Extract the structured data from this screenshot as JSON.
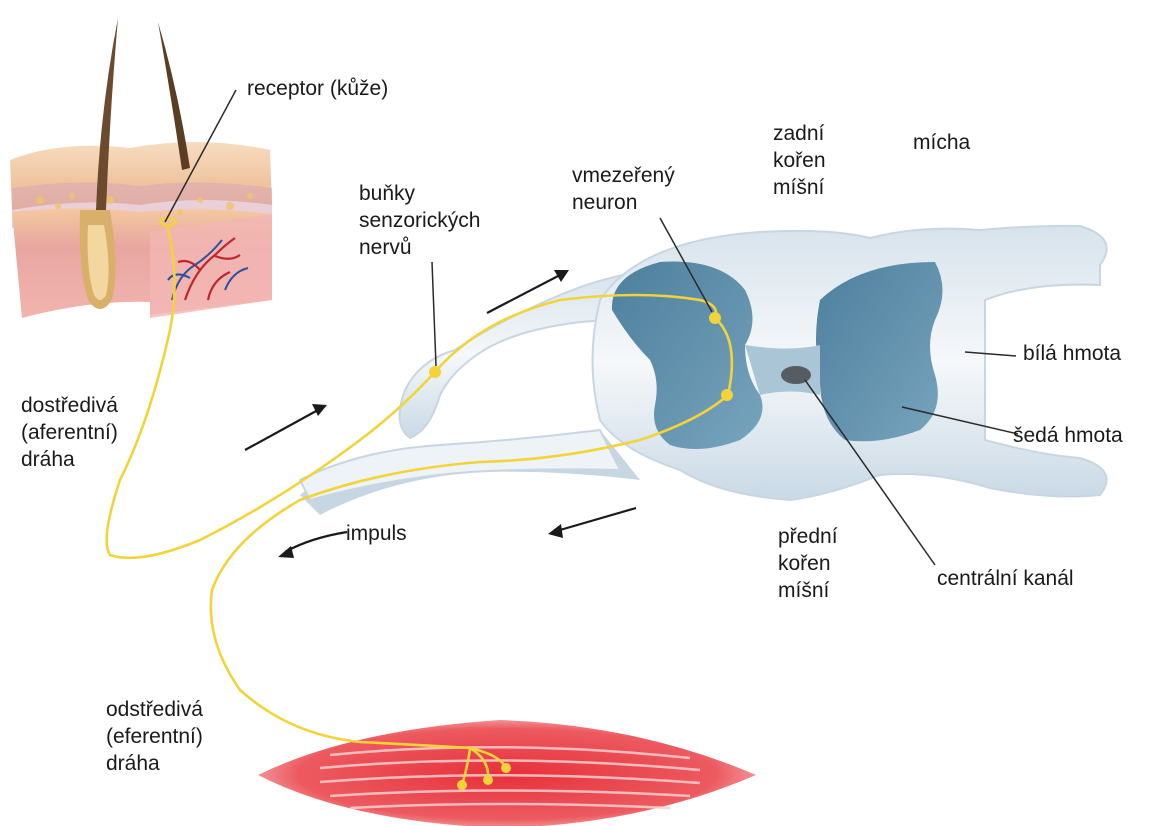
{
  "labels": {
    "receptor": "receptor (kůže)",
    "sensory_cells": [
      "buňky",
      "senzorických",
      "nervů"
    ],
    "interneuron": [
      "vmezeřený",
      "neuron"
    ],
    "dorsal_root": [
      "zadní",
      "kořen",
      "míšní"
    ],
    "spinal_cord": "mícha",
    "white_matter": "bílá hmota",
    "gray_matter": "šedá hmota",
    "afferent": [
      "dostředivá",
      "(aferentní)",
      "dráha"
    ],
    "impulse": "impuls",
    "ventral_root": [
      "přední",
      "kořen",
      "míšní"
    ],
    "central_canal": "centrální kanál",
    "efferent": [
      "odstředivá",
      "(eferentní)",
      "dráha"
    ]
  },
  "colors": {
    "nerve": "#f2d43a",
    "gray_matter": "#5d8eaa",
    "white_matter": "#eef2f6",
    "muscle": "#e0323a",
    "skin": "#f2c9a0",
    "arrow": "#1a1a1a"
  }
}
